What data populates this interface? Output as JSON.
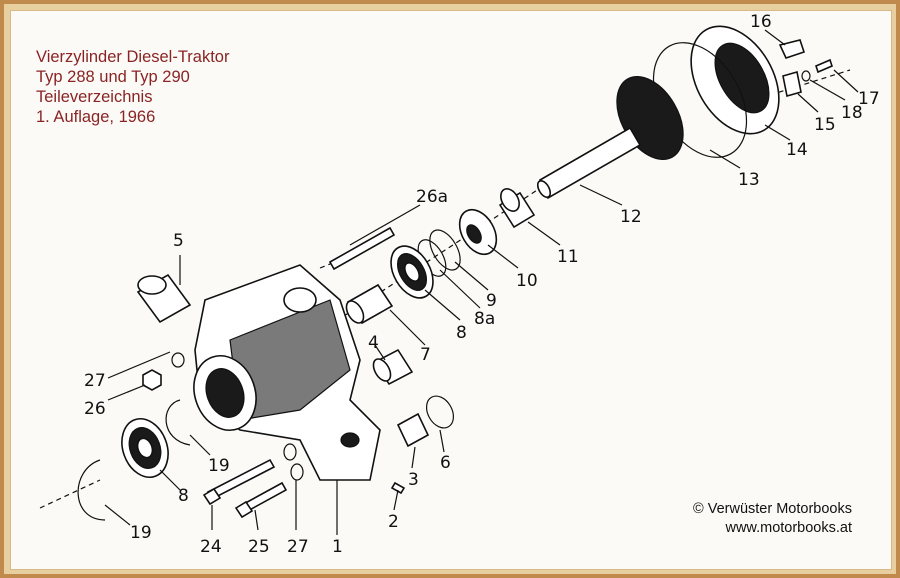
{
  "title_lines": [
    "Vierzylinder Diesel-Traktor",
    "Typ 288 und Typ 290",
    "Teileverzeichnis",
    "1. Auflage, 1966"
  ],
  "copyright": {
    "line1": "© Verwüster Motorbooks",
    "line2": "www.motorbooks.at"
  },
  "part_numbers": {
    "p1": "1",
    "p2": "2",
    "p3": "3",
    "p4": "4",
    "p5": "5",
    "p6": "6",
    "p7": "7",
    "p8_top": "8",
    "p8a": "8a",
    "p8_bottom": "8",
    "p9": "9",
    "p10": "10",
    "p11": "11",
    "p12": "12",
    "p13": "13",
    "p14": "14",
    "p15": "15",
    "p16": "16",
    "p17": "17",
    "p18": "18",
    "p19_left": "19",
    "p19_right": "19",
    "p24": "24",
    "p25": "25",
    "p26": "26",
    "p26a": "26a",
    "p27_top": "27",
    "p27_bottom": "27"
  },
  "colors": {
    "title": "#8a2424",
    "frame": "#c08a4c",
    "sheet": "#fbfaf7"
  }
}
